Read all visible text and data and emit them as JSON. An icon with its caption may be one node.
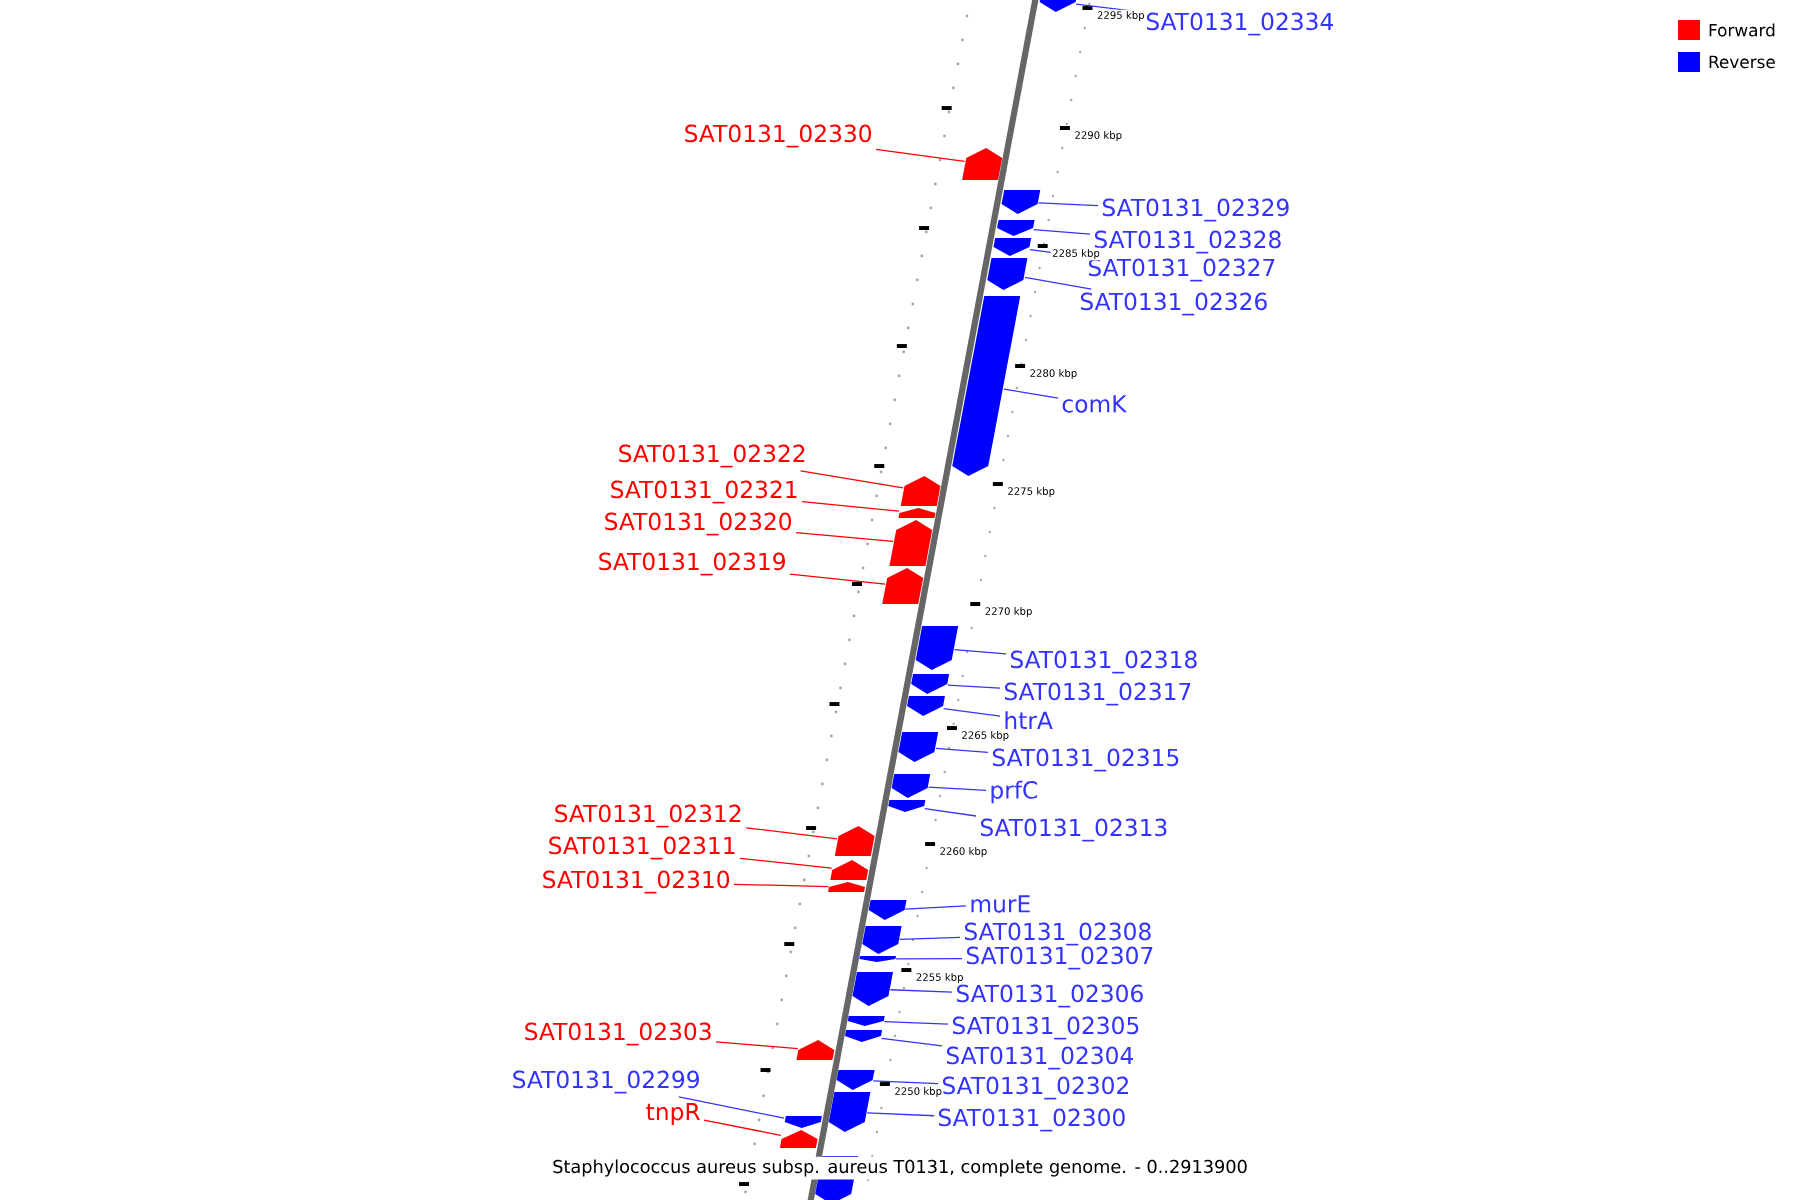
{
  "diagram": {
    "caption": "Staphylococcus aureus subsp. aureus T0131, complete genome. - 0..2913900",
    "nodes": [
      {
        "text": [
          "SAT0131_02334"
        ]
      },
      {
        "text": [],
        "shape": "arrow"
      },
      {
        "text": [
          "SAT0131_02330"
        ]
      },
      {
        "text": [],
        "shape": "arrow"
      },
      {
        "text": [
          "SAT0131_02329"
        ]
      },
      {
        "text": [],
        "shape": "arrow"
      },
      {
        "text": [
          "SAT0131_02328"
        ]
      },
      {
        "text": [],
        "shape": "arrow"
      },
      {
        "text": [
          "SAT0131_02327"
        ]
      },
      {
        "text": [],
        "shape": "arrow"
      },
      {
        "text": [
          "SAT0131_02326"
        ]
      },
      {
        "text": [],
        "shape": "arrow"
      },
      {
        "text": [
          "comK"
        ]
      },
      {
        "text": [],
        "shape": "arrow"
      },
      {
        "text": [
          "SAT0131_02322"
        ]
      },
      {
        "text": [],
        "shape": "arrow"
      },
      {
        "text": [
          "SAT0131_02321"
        ]
      },
      {
        "text": [],
        "shape": "arrow"
      },
      {
        "text": [
          "SAT0131_02320"
        ]
      },
      {
        "text": [],
        "shape": "arrow"
      },
      {
        "text": [
          "SAT0131_02319"
        ]
      },
      {
        "text": [],
        "shape": "arrow"
      },
      {
        "text": [
          "SAT0131_02318"
        ]
      },
      {
        "text": [],
        "shape": "arrow"
      },
      {
        "text": [
          "SAT0131_02317"
        ]
      },
      {
        "text": [],
        "shape": "arrow"
      },
      {
        "text": [
          "htrA"
        ]
      },
      {
        "text": [],
        "shape": "arrow"
      },
      {
        "text": [
          "SAT0131_02315"
        ]
      },
      {
        "text": [],
        "shape": "arrow"
      },
      {
        "text": [
          "prfC"
        ]
      },
      {
        "text": [],
        "shape": "arrow"
      },
      {
        "text": [
          "SAT0131_02312"
        ]
      },
      {
        "text": [],
        "shape": "arrow"
      },
      {
        "text": [
          "SAT0131_02313"
        ]
      },
      {
        "text": [],
        "shape": "arrow"
      },
      {
        "text": [
          "SAT0131_02311"
        ]
      },
      {
        "text": [],
        "shape": "arrow"
      },
      {
        "text": [
          "SAT0131_02310"
        ]
      },
      {
        "text": [],
        "shape": "arrow"
      },
      {
        "text": [
          "murE"
        ]
      },
      {
        "text": [],
        "shape": "arrow"
      },
      {
        "text": [
          "SAT0131_02308"
        ]
      },
      {
        "text": [],
        "shape": "arrow"
      },
      {
        "text": [
          "SAT0131_02307"
        ]
      },
      {
        "text": [],
        "shape": "arrow"
      },
      {
        "text": [
          "SAT0131_02306"
        ]
      },
      {
        "text": [],
        "shape": "arrow"
      },
      {
        "text": [
          "SAT0131_02305"
        ]
      },
      {
        "text": [],
        "shape": "arrow"
      },
      {
        "text": [
          "SAT0131_02303"
        ]
      },
      {
        "text": [],
        "shape": "arrow"
      },
      {
        "text": [
          "SAT0131_02304"
        ]
      },
      {
        "text": [],
        "shape": "arrow"
      },
      {
        "text": [
          "SAT0131_02299"
        ]
      },
      {
        "text": [],
        "shape": "arrow"
      },
      {
        "text": [
          "SAT0131_02302"
        ]
      },
      {
        "text": [],
        "shape": "arrow"
      },
      {
        "text": [
          "tnpR"
        ]
      },
      {
        "text": [],
        "shape": "arrow"
      },
      {
        "text": [
          "SAT0131_02300"
        ]
      },
      {
        "text": [],
        "shape": "arrow"
      },
      {
        "text": [],
        "shape": "arrow"
      }
    ],
    "edges": [
      {
        "from": 0,
        "to": 1,
        "arrow": "none"
      },
      {
        "from": 2,
        "to": 3,
        "arrow": "none",
        "color": "#ff0000"
      },
      {
        "from": 4,
        "to": 5,
        "arrow": "none"
      },
      {
        "from": 6,
        "to": 7,
        "arrow": "none"
      },
      {
        "from": 8,
        "to": 9,
        "arrow": "none"
      },
      {
        "from": 10,
        "to": 11,
        "arrow": "none"
      },
      {
        "from": 12,
        "to": 13,
        "arrow": "none"
      },
      {
        "from": 14,
        "to": 15,
        "arrow": "none",
        "color": "#ff0000"
      },
      {
        "from": 16,
        "to": 17,
        "arrow": "none",
        "color": "#ff0000"
      },
      {
        "from": 18,
        "to": 19,
        "arrow": "none",
        "color": "#ff0000"
      },
      {
        "from": 20,
        "to": 21,
        "arrow": "none",
        "color": "#ff0000"
      },
      {
        "from": 22,
        "to": 23,
        "arrow": "none"
      },
      {
        "from": 24,
        "to": 25,
        "arrow": "none"
      },
      {
        "from": 26,
        "to": 27,
        "arrow": "none"
      },
      {
        "from": 28,
        "to": 29,
        "arrow": "none"
      },
      {
        "from": 30,
        "to": 31,
        "arrow": "none"
      },
      {
        "from": 32,
        "to": 33,
        "arrow": "none",
        "color": "#ff0000"
      },
      {
        "from": 34,
        "to": 35,
        "arrow": "none"
      },
      {
        "from": 36,
        "to": 37,
        "arrow": "none",
        "color": "#ff0000"
      },
      {
        "from": 38,
        "to": 39,
        "arrow": "none",
        "color": "#ff0000"
      },
      {
        "from": 40,
        "to": 41,
        "arrow": "none"
      },
      {
        "from": 42,
        "to": 43,
        "arrow": "none"
      },
      {
        "from": 44,
        "to": 45,
        "arrow": "none"
      },
      {
        "from": 46,
        "to": 47,
        "arrow": "none"
      },
      {
        "from": 48,
        "to": 49,
        "arrow": "none"
      },
      {
        "from": 50,
        "to": 51,
        "arrow": "none",
        "color": "#ff0000"
      },
      {
        "from": 52,
        "to": 53,
        "arrow": "none"
      },
      {
        "from": 54,
        "to": 55,
        "arrow": "none"
      },
      {
        "from": 56,
        "to": 57,
        "arrow": "none"
      },
      {
        "from": 58,
        "to": 59,
        "arrow": "none",
        "color": "#ff0000"
      },
      {
        "from": 60,
        "to": 61,
        "arrow": "none"
      }
    ],
    "labels": [
      "2295 kbp",
      "2290 kbp",
      "2285 kbp",
      "2280 kbp",
      "2275 kbp",
      "2270 kbp",
      "2265 kbp",
      "2260 kbp",
      "2255 kbp",
      "2250 kbp"
    ],
    "legend": [
      {
        "text": "Forward",
        "color": "#ff0000"
      },
      {
        "text": "Reverse",
        "color": "#0000ff"
      }
    ]
  }
}
